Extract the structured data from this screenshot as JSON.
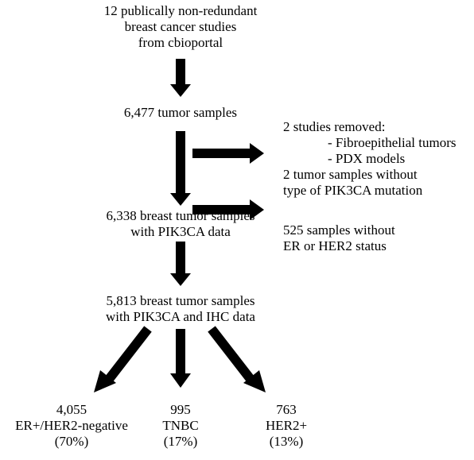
{
  "boxes": {
    "source": [
      "12 publically non-redundant",
      "breast cancer studies",
      "from cbioportal"
    ],
    "tumor_samples": "6,477 tumor samples",
    "exclusion1": {
      "header": "2 studies removed:",
      "items": [
        "- Fibroepithelial tumors",
        "- PDX models"
      ],
      "extra": [
        "2 tumor samples without",
        "type of PIK3CA mutation"
      ]
    },
    "pik3ca": [
      "6,338 breast tumor samples",
      "with PIK3CA data"
    ],
    "exclusion2": [
      "525 samples without",
      "ER or HER2 status"
    ],
    "ihc": [
      "5,813 breast tumor samples",
      "with PIK3CA and IHC data"
    ],
    "groups": [
      {
        "count": "4,055",
        "label": "ER+/HER2-negative",
        "percent": "(70%)"
      },
      {
        "count": "995",
        "label": "TNBC",
        "percent": "(17%)"
      },
      {
        "count": "763",
        "label": "HER2+",
        "percent": "(13%)"
      }
    ]
  }
}
